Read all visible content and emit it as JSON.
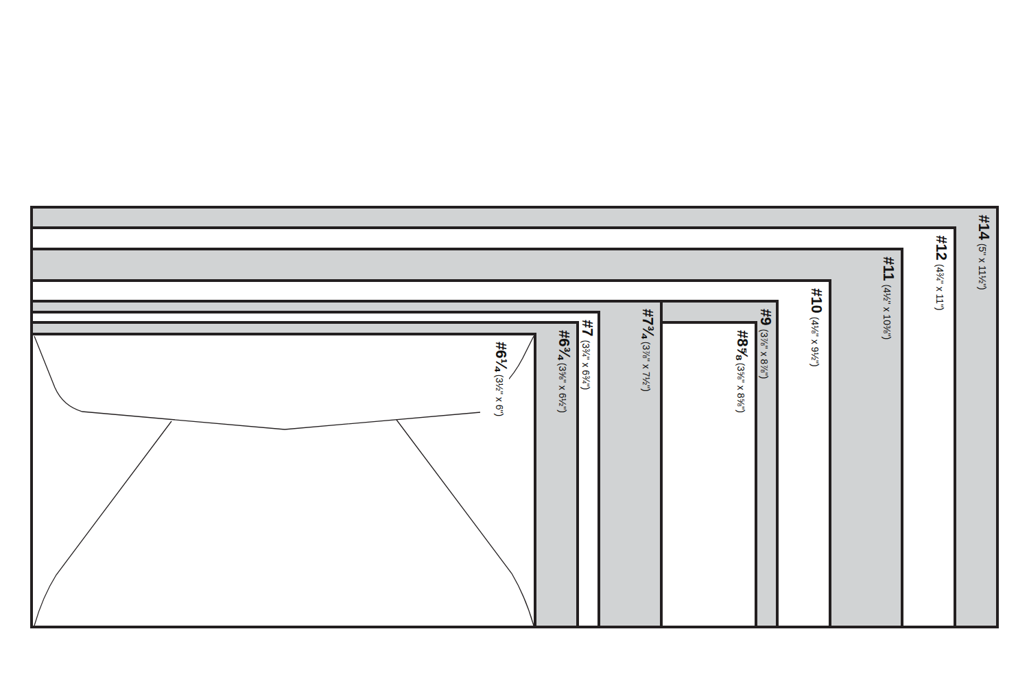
{
  "diagram": {
    "nodes": [
      {
        "text": [
          "#14",
          "(5\" x 11½\")"
        ]
      },
      {
        "text": [
          "#12",
          "(4¾\" x 11\")"
        ],
        "in": 0
      },
      {
        "text": [
          "#11",
          "(4½\" x 10⅜\")"
        ],
        "in": 1
      },
      {
        "text": [
          "#10",
          "(4⅛\" x 9½\")"
        ],
        "in": 2
      },
      {
        "text": [
          "#9",
          "(3⅞\" x 8⅞\")"
        ],
        "in": 3
      },
      {
        "text": [
          "#8⅝",
          "(3⅝\" x 8⅝\")"
        ],
        "in": 4
      },
      {
        "text": [
          "#7¾",
          "(3⅞\" x 7½\")"
        ],
        "in": 4
      },
      {
        "text": [
          "#7",
          "(3¾\" x 6¾\")"
        ],
        "in": 6
      },
      {
        "text": [
          "#6¾",
          "(3⅝\" x 6½\")"
        ],
        "in": 7
      },
      {
        "text": [
          "#6¼",
          "(3½\" x 6\")"
        ],
        "in": 8
      }
    ]
  }
}
